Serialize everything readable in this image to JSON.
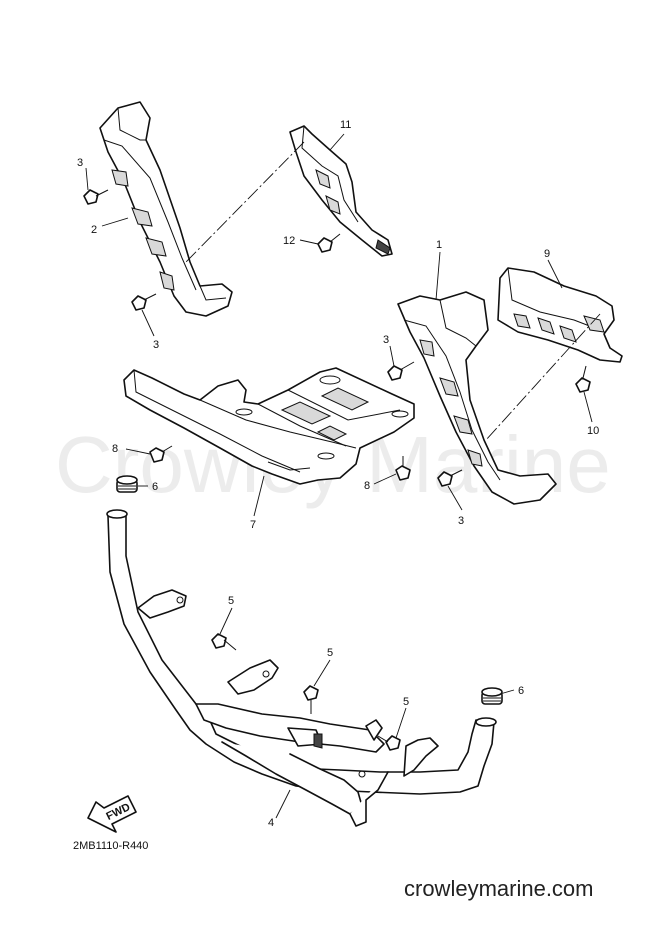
{
  "watermark": "Crowley Marine",
  "site": "crowleymarine.com",
  "diagram_code": "2MB1110-R440",
  "fwd_label": "FWD",
  "callouts": {
    "c1": "1",
    "c2": "2",
    "c3a": "3",
    "c3b": "3",
    "c3c": "3",
    "c3d": "3",
    "c4": "4",
    "c5a": "5",
    "c5b": "5",
    "c5c": "5",
    "c6a": "6",
    "c6b": "6",
    "c7": "7",
    "c8a": "8",
    "c8b": "8",
    "c9": "9",
    "c10": "10",
    "c11": "11",
    "c12": "12"
  }
}
